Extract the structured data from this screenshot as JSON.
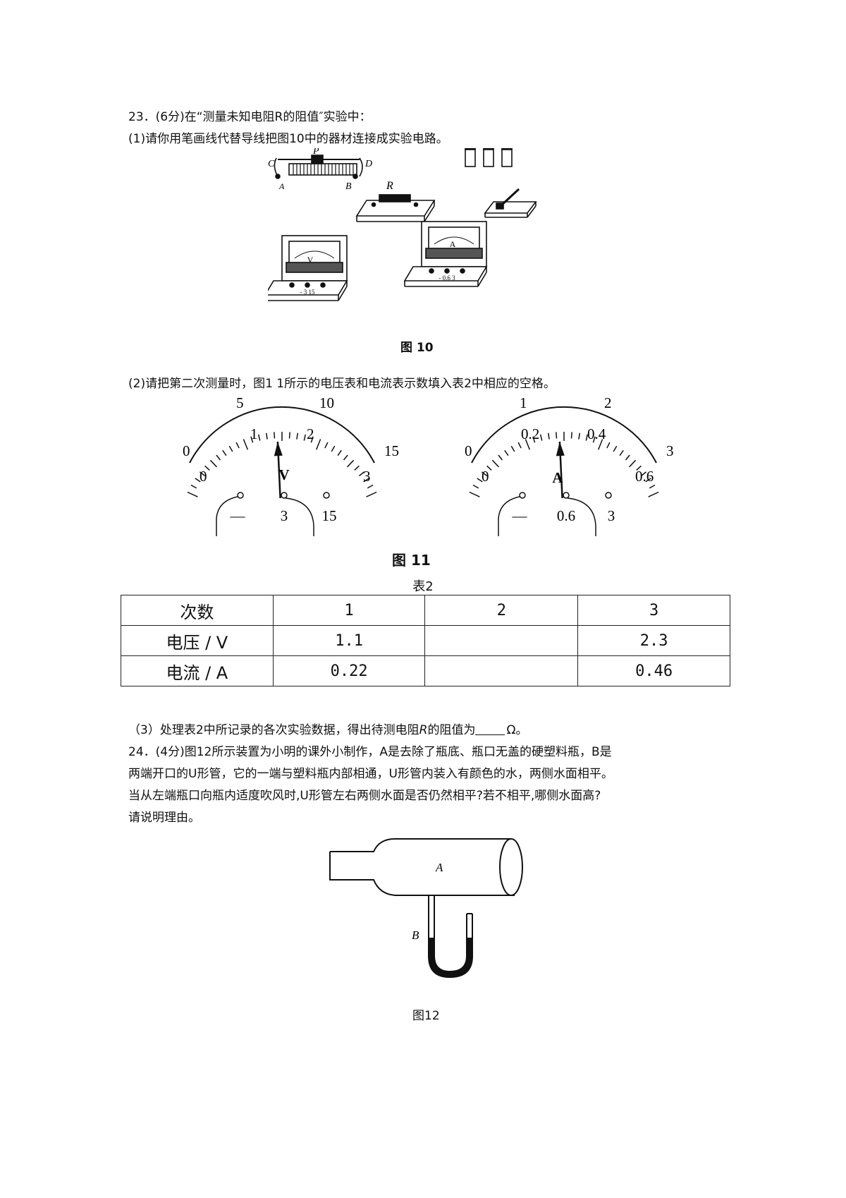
{
  "q23": {
    "title": "23．(6分)在“测量未知电阻R的阻值″实验中：",
    "part1": "(1)请你用笔画线代替导线把图10中的器材连接成实验电路。",
    "fig10": {
      "caption": "图 10",
      "rheostat_labels": [
        "C",
        "P",
        "D",
        "A",
        "B"
      ],
      "resistor_label": "R",
      "voltmeter_symbol": "V",
      "voltmeter_terminals": "- 3 15",
      "ammeter_symbol": "A",
      "ammeter_terminals": "- 0.6 3"
    },
    "part2": "(2)请把第二次测量时，图1 1所示的电压表和电流表示数填入表2中相应的空格。",
    "fig11": {
      "caption": "图 11",
      "voltmeter": {
        "symbol": "V",
        "outer_scale": [
          "0",
          "5",
          "10",
          "15"
        ],
        "inner_scale": [
          "0",
          "1",
          "2",
          "3"
        ],
        "terminals": [
          "—",
          "3",
          "15"
        ],
        "needle_fraction": 0.48
      },
      "ammeter": {
        "symbol": "A",
        "outer_scale": [
          "0",
          "1",
          "2",
          "3"
        ],
        "inner_scale": [
          "0",
          "0.2",
          "0.4",
          "0.6"
        ],
        "terminals": [
          "—",
          "0.6",
          "3"
        ],
        "needle_fraction": 0.48
      }
    },
    "table": {
      "title": "表2",
      "header": [
        "次数",
        "1",
        "2",
        "3"
      ],
      "rows": [
        [
          "电压 / V",
          "1.1",
          "",
          "2.3"
        ],
        [
          "电流 / A",
          "0.22",
          "",
          "0.46"
        ]
      ]
    },
    "part3_before": "（3）处理表2中所记录的各次实验数据，得出待测电阻",
    "part3_var": "R",
    "part3_mid": "的阻值为",
    "part3_after": "Ω。"
  },
  "q24": {
    "lines": [
      "24．(4分)图12所示装置为小明的课外小制作，A是去除了瓶底、瓶口无盖的硬塑料瓶，B是",
      "两端开口的U形管，它的一端与塑料瓶内部相通，U形管内装入有颜色的水，两侧水面相平。",
      "当从左端瓶口向瓶内适度吹风时,U形管左右两侧水面是否仍然相平?若不相平,哪侧水面高?",
      "请说明理由。"
    ],
    "fig12": {
      "caption": "图12",
      "label_a": "A",
      "label_b": "B"
    }
  }
}
